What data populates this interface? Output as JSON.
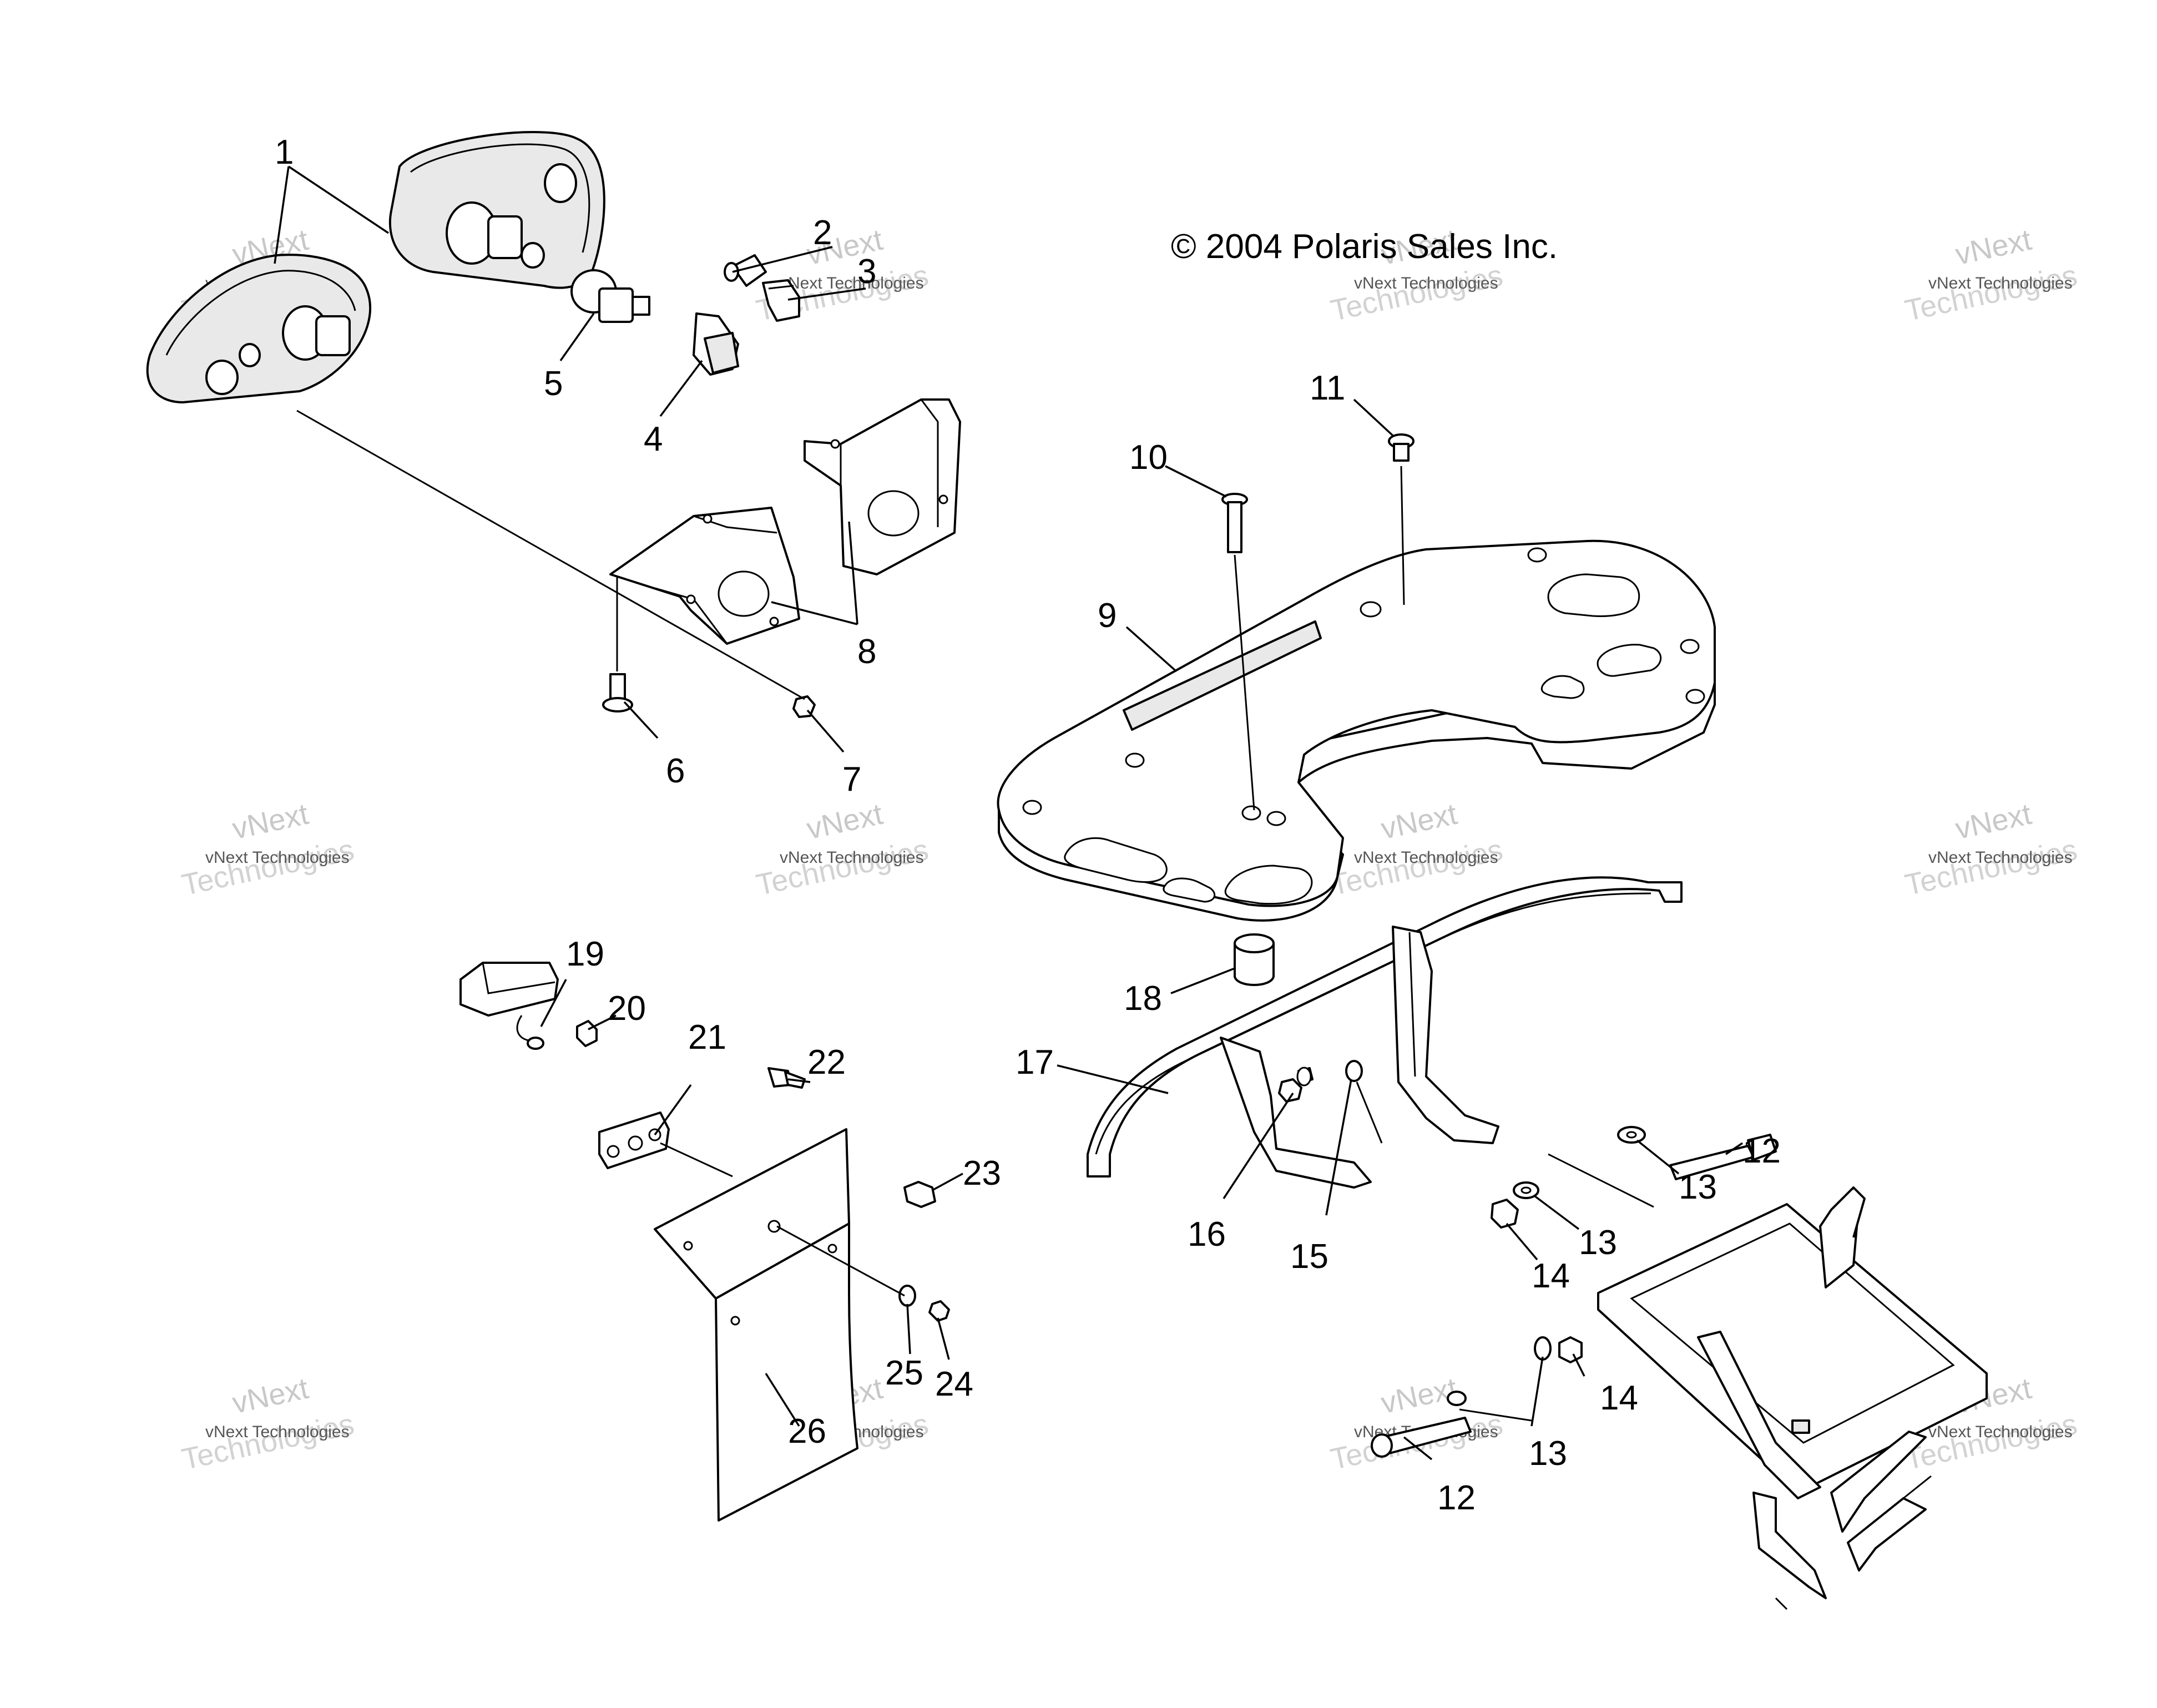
{
  "copyright": "© 2004 Polaris Sales Inc.",
  "watermark": {
    "line1": "vNext Technologies",
    "line2": "vNext",
    "line3": "Technologies"
  },
  "callouts": [
    "1",
    "2",
    "3",
    "4",
    "5",
    "6",
    "7",
    "8",
    "9",
    "10",
    "11",
    "12",
    "13",
    "14",
    "15",
    "16",
    "17",
    "18",
    "19",
    "20",
    "21",
    "22",
    "23",
    "24",
    "25",
    "26"
  ]
}
